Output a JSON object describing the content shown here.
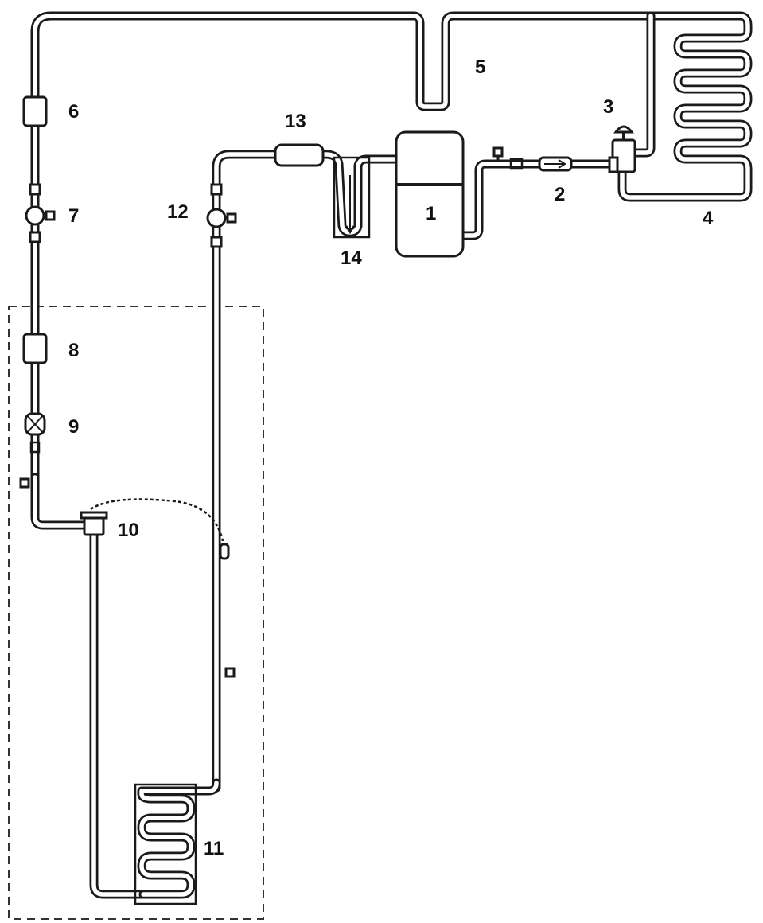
{
  "labels": {
    "c1": "1",
    "c2": "2",
    "c3": "3",
    "c4": "4",
    "c5": "5",
    "c6": "6",
    "c7": "7",
    "c8": "8",
    "c9": "9",
    "c10": "10",
    "c11": "11",
    "c12": "12",
    "c13": "13",
    "c14": "14"
  },
  "colors": {
    "line": "#1a1a1a",
    "background": "#ffffff"
  }
}
